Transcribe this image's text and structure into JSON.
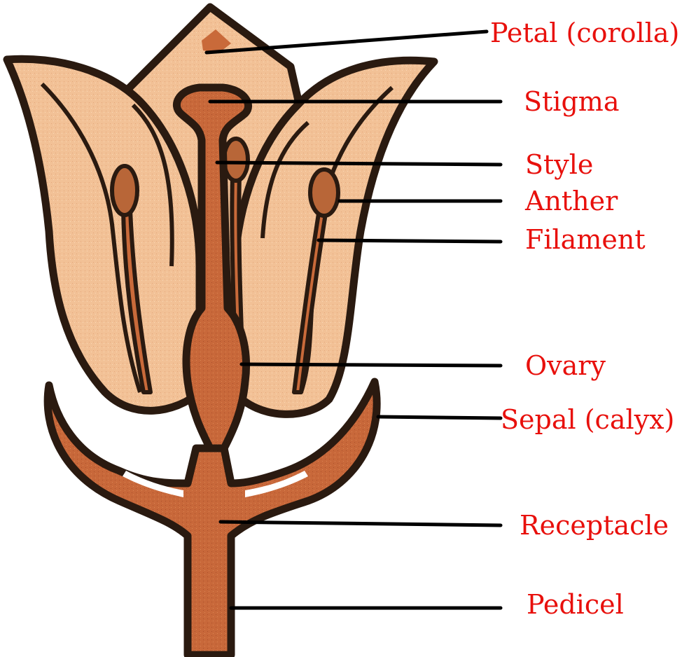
{
  "colors": {
    "petal_fill": "#f4c49a",
    "organ_fill": "#c96a3a",
    "outline": "#2a1a10",
    "label_text": "#e8100c",
    "leader": "#000000"
  },
  "labels": {
    "petal": "Petal (corolla)",
    "stigma": "Stigma",
    "style": "Style",
    "anther": "Anther",
    "filament": "Filament",
    "ovary": "Ovary",
    "sepal": "Sepal (calyx)",
    "receptacle": "Receptacle",
    "pedicel": "Pedicel"
  }
}
